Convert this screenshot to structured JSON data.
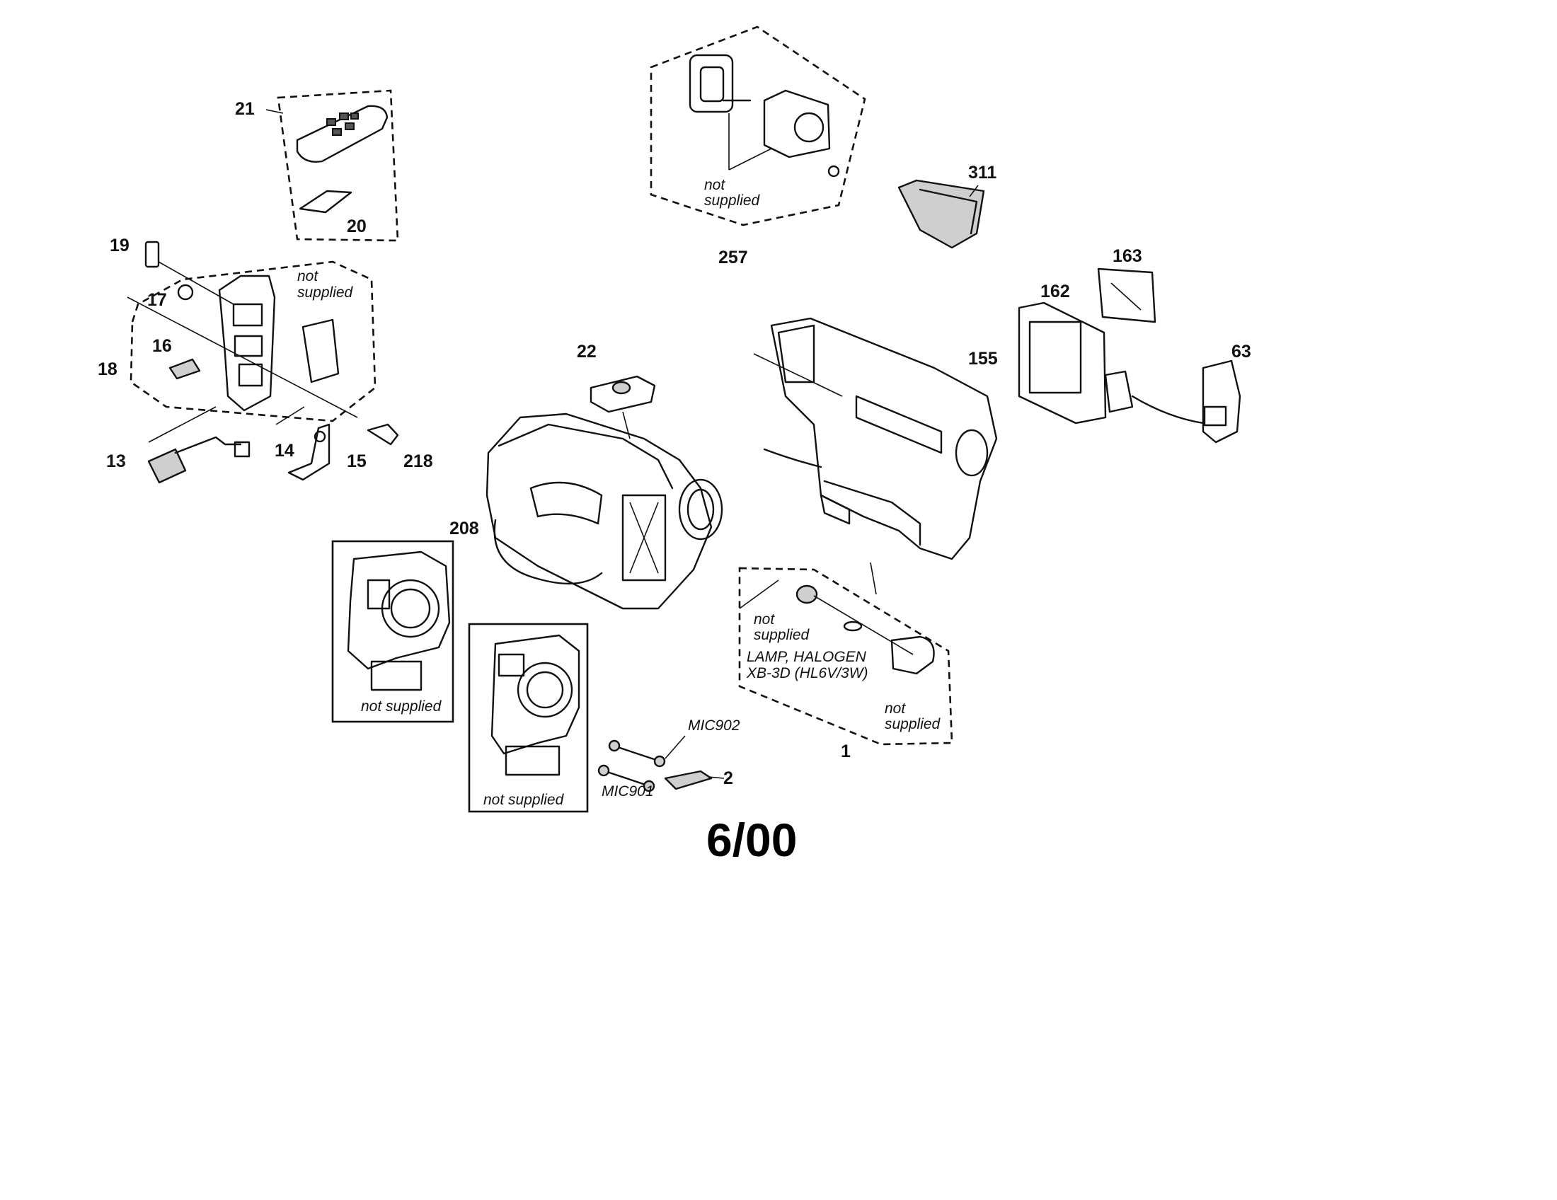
{
  "callouts": {
    "c1": "1",
    "c2": "2",
    "c13": "13",
    "c14": "14",
    "c15": "15",
    "c16": "16",
    "c17": "17",
    "c18": "18",
    "c19": "19",
    "c20": "20",
    "c21": "21",
    "c22": "22",
    "c63": "63",
    "c155": "155",
    "c162": "162",
    "c163": "163",
    "c208": "208",
    "c218": "218",
    "c257": "257",
    "c311": "311",
    "mic901": "MIC901",
    "mic902": "MIC902"
  },
  "notes": {
    "not": "not",
    "supplied": "supplied",
    "not_supplied": "not supplied",
    "lamp_line1": "LAMP, HALOGEN",
    "lamp_line2": "XB-3D (HL6V/3W)"
  },
  "footer": {
    "date_code": "6/00"
  }
}
